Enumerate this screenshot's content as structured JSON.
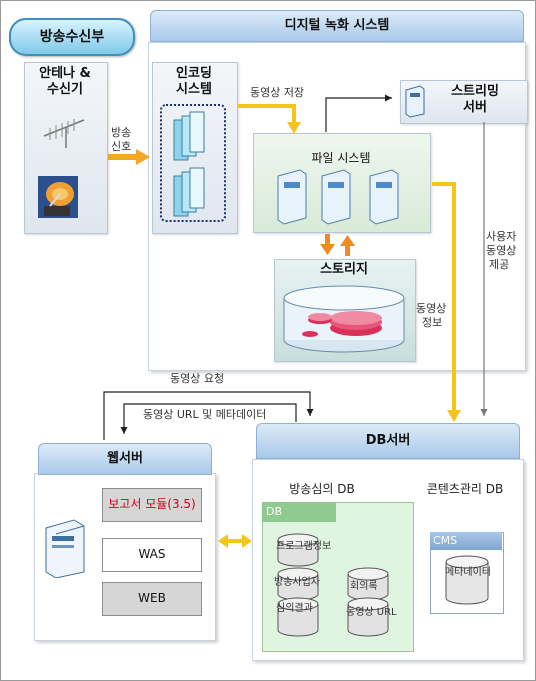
{
  "receiver": {
    "title": "방송수신부",
    "antenna_label_1": "안테나 &",
    "antenna_label_2": "수신기"
  },
  "digital_system": {
    "title": "디지털 녹화 시스템"
  },
  "encoding": {
    "label_1": "인코딩",
    "label_2": "시스템"
  },
  "streaming": {
    "label_1": "스트리밍",
    "label_2": "서버"
  },
  "file_system": {
    "label": "파일  시스템"
  },
  "storage": {
    "label": "스토리지"
  },
  "db_server": {
    "title": "DB서버",
    "broadcast_db": "방송심의 DB",
    "contents_db": "콘텐츠관리 DB",
    "db_tag": "DB",
    "cms_tag": "CMS"
  },
  "db_items": {
    "program_info": "프로그램정보",
    "broadcaster": "방송사업자",
    "meeting": "회의록",
    "review_result": "심의결과",
    "video_url": "동영상 URL",
    "metadata": "메타데이터"
  },
  "web_server": {
    "title": "웹서버",
    "report_module": "보고서 모듈(3.5)",
    "was": "WAS",
    "web": "WEB"
  },
  "arrows": {
    "broadcast_signal_1": "방송",
    "broadcast_signal_2": "신호",
    "video_save": "동영상 저장",
    "user_video_1": "사용자",
    "user_video_2": "동영상",
    "user_video_3": "제공",
    "video_info_1": "동영상",
    "video_info_2": "정보",
    "video_request": "동영상 요청",
    "video_url_meta": "동영상 URL 및 메타데이터"
  },
  "colors": {
    "orange": "#f5a623",
    "yellow": "#f5c518",
    "panel_header": "#b9d4ef",
    "report_text": "#d0021b"
  }
}
